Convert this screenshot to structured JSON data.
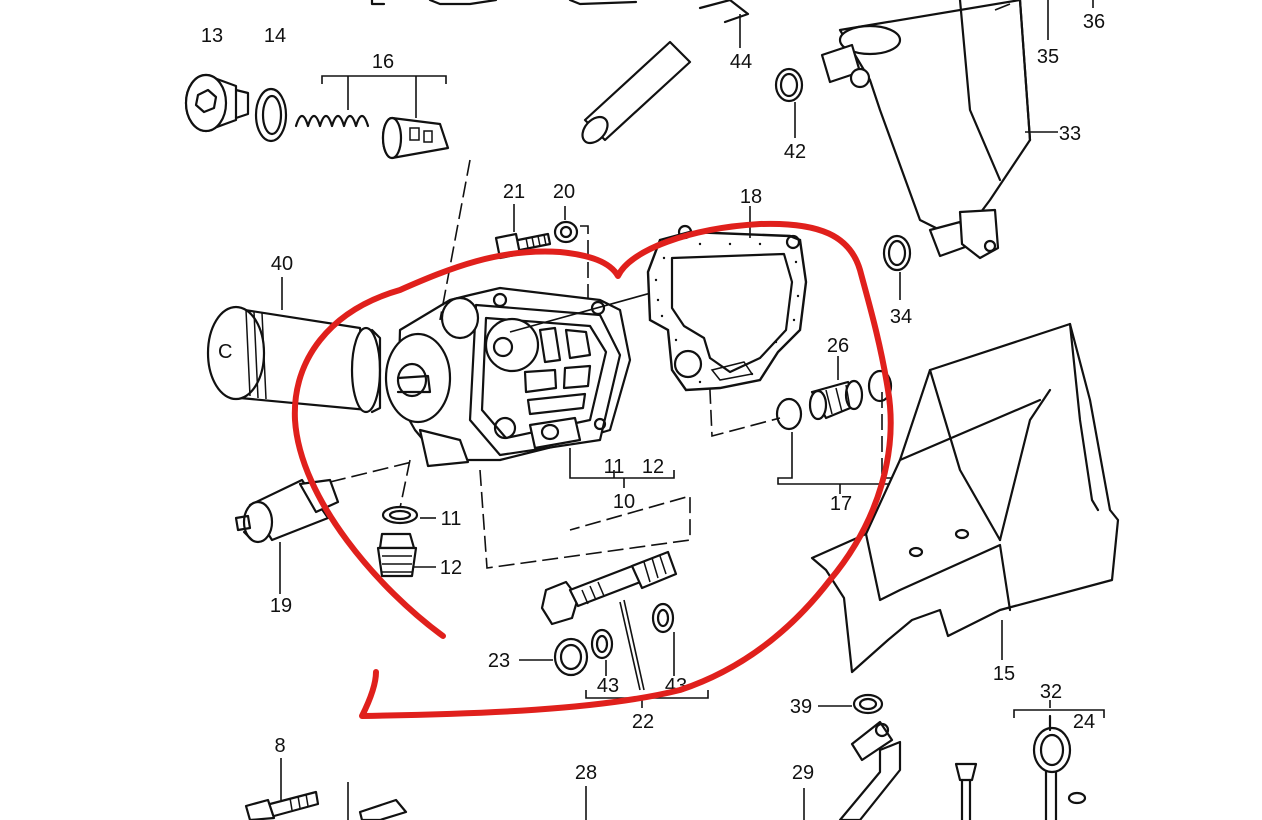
{
  "labels": [
    "13",
    "14",
    "16",
    "44",
    "42",
    "35",
    "36",
    "33",
    "21",
    "20",
    "18",
    "40",
    "34",
    "26",
    "11",
    "12",
    "10",
    "17",
    "11",
    "12",
    "19",
    "15",
    "23",
    "43",
    "43",
    "22",
    "39",
    "32",
    "24",
    "8",
    "28",
    "29"
  ],
  "colors": {
    "ink": "#111111",
    "annotation": "#e0201c",
    "background": "#ffffff"
  }
}
